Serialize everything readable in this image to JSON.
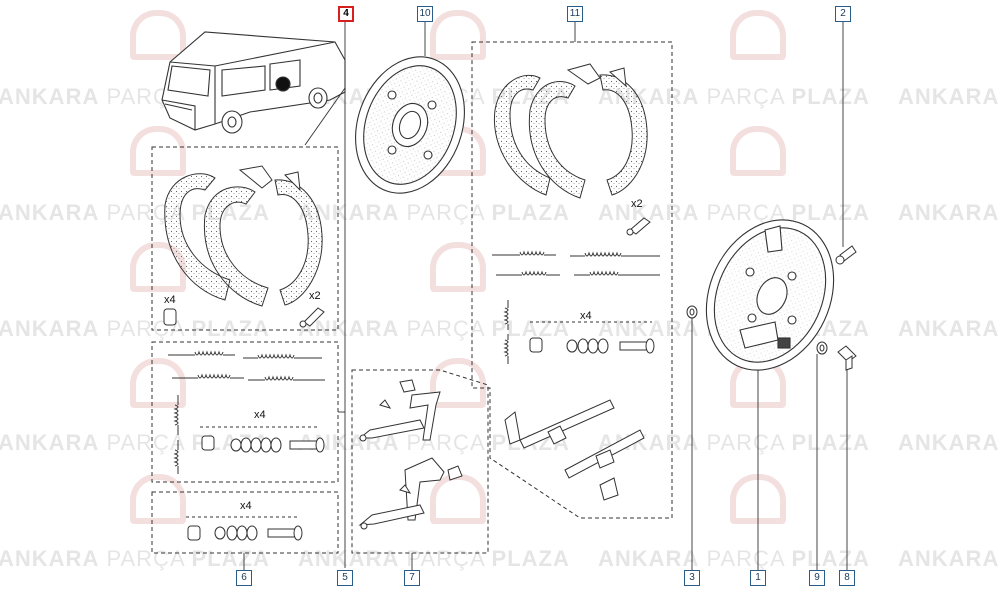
{
  "watermark": {
    "part1": "ANKARA",
    "part2": "PARÇA",
    "part3": "PLAZA",
    "colors": {
      "text": "#a0a0a0",
      "logo": "#e6b9b9"
    }
  },
  "callouts": [
    {
      "id": "4",
      "label": "4",
      "selected": true
    },
    {
      "id": "10",
      "label": "10",
      "selected": false
    },
    {
      "id": "11",
      "label": "11",
      "selected": false
    },
    {
      "id": "2",
      "label": "2",
      "selected": false
    },
    {
      "id": "3",
      "label": "3",
      "selected": false
    },
    {
      "id": "1",
      "label": "1",
      "selected": false
    },
    {
      "id": "9",
      "label": "9",
      "selected": false
    },
    {
      "id": "8",
      "label": "8",
      "selected": false
    },
    {
      "id": "6",
      "label": "6",
      "selected": false
    },
    {
      "id": "5",
      "label": "5",
      "selected": false
    },
    {
      "id": "7",
      "label": "7",
      "selected": false
    }
  ],
  "quantities": {
    "kit4_adjuster": "x4",
    "kit4_bolt": "x2",
    "kit11_bolt": "x2",
    "kit11_springs": "x4",
    "kit5_springs": "x4",
    "kit6_springs": "x4"
  },
  "colors": {
    "line": "#333333",
    "callout_border": "#2a5d8a",
    "selected_border": "#d62020"
  }
}
